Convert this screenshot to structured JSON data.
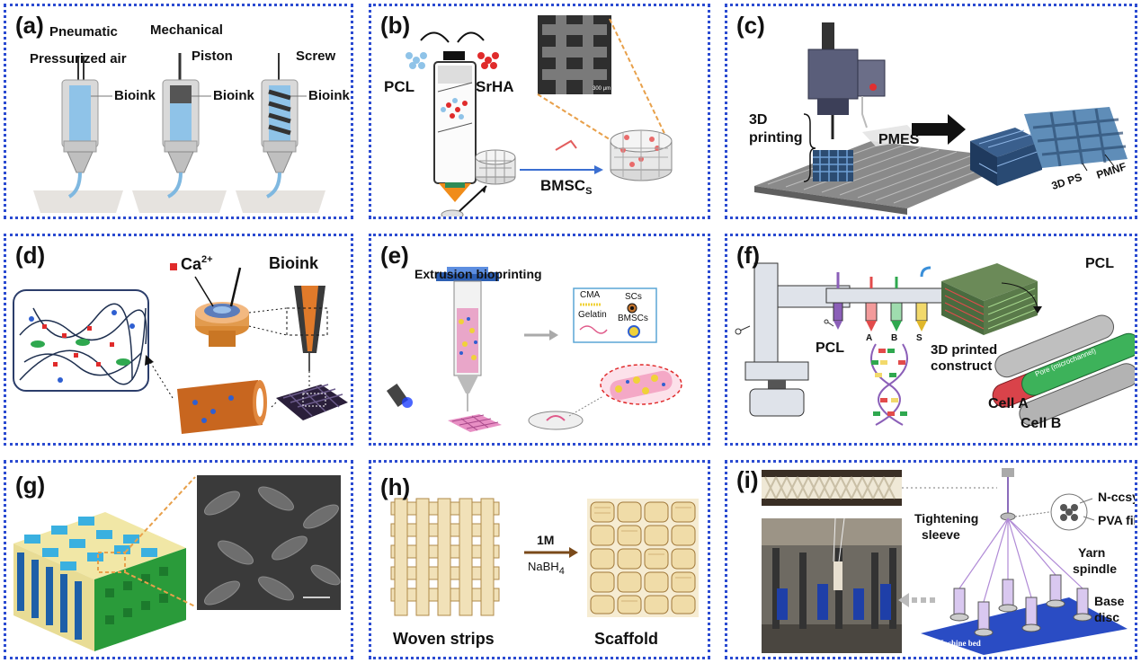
{
  "panels": {
    "a": {
      "label": "(a)",
      "pneumatic": "Pneumatic",
      "mechanical": "Mechanical",
      "pressurized_air": "Pressurized air",
      "piston": "Piston",
      "screw": "Screw",
      "bioink": "Bioink"
    },
    "b": {
      "label": "(b)",
      "pcl": "PCL",
      "srha": "SrHA",
      "bmsc": "BMSC",
      "bmsc_sub": "S",
      "scale": "300 μm"
    },
    "c": {
      "label": "(c)",
      "printing_3d_line1": "3D",
      "printing_3d_line2": "printing",
      "pmes": "PMES",
      "ps": "3D PS",
      "pmnf": "PMNF"
    },
    "d": {
      "label": "(d)",
      "ca": "Ca",
      "ca_sup": "2+",
      "bioink": "Bioink"
    },
    "e": {
      "label": "(e)",
      "title": "Extrusion bioprinting",
      "cma": "CMA",
      "scs": "SCs",
      "gelatin": "Gelatin",
      "bmscs": "BMSCs"
    },
    "f": {
      "label": "(f)",
      "pcl_left": "PCL",
      "nozzle_a": "A",
      "nozzle_b": "B",
      "nozzle_s": "S",
      "construct_line1": "3D printed",
      "construct_line2": "construct",
      "pcl_right": "PCL",
      "pore": "Pore (microchannel)",
      "cell_a": "Cell A",
      "cell_b": "Cell B"
    },
    "g": {
      "label": "(g)"
    },
    "h": {
      "label": "(h)",
      "reagent_line1": "1M",
      "reagent_line2": "NaBH",
      "reagent_sub": "4",
      "woven": "Woven strips",
      "scaffold": "Scaffold"
    },
    "i": {
      "label": "(i)",
      "nccsy": "N-ccsy",
      "pva": "PVA fiber",
      "sleeve_line1": "Tightening",
      "sleeve_line2": "sleeve",
      "yarn_line1": "Yarn",
      "yarn_line2": "spindle",
      "base_line1": "Base",
      "base_line2": "disc",
      "bed": "Machine bed"
    }
  },
  "colors": {
    "frame": "#2b4bd1",
    "bioink_blue": "#7fb8e0",
    "arrow_orange": "#e8a04a"
  }
}
